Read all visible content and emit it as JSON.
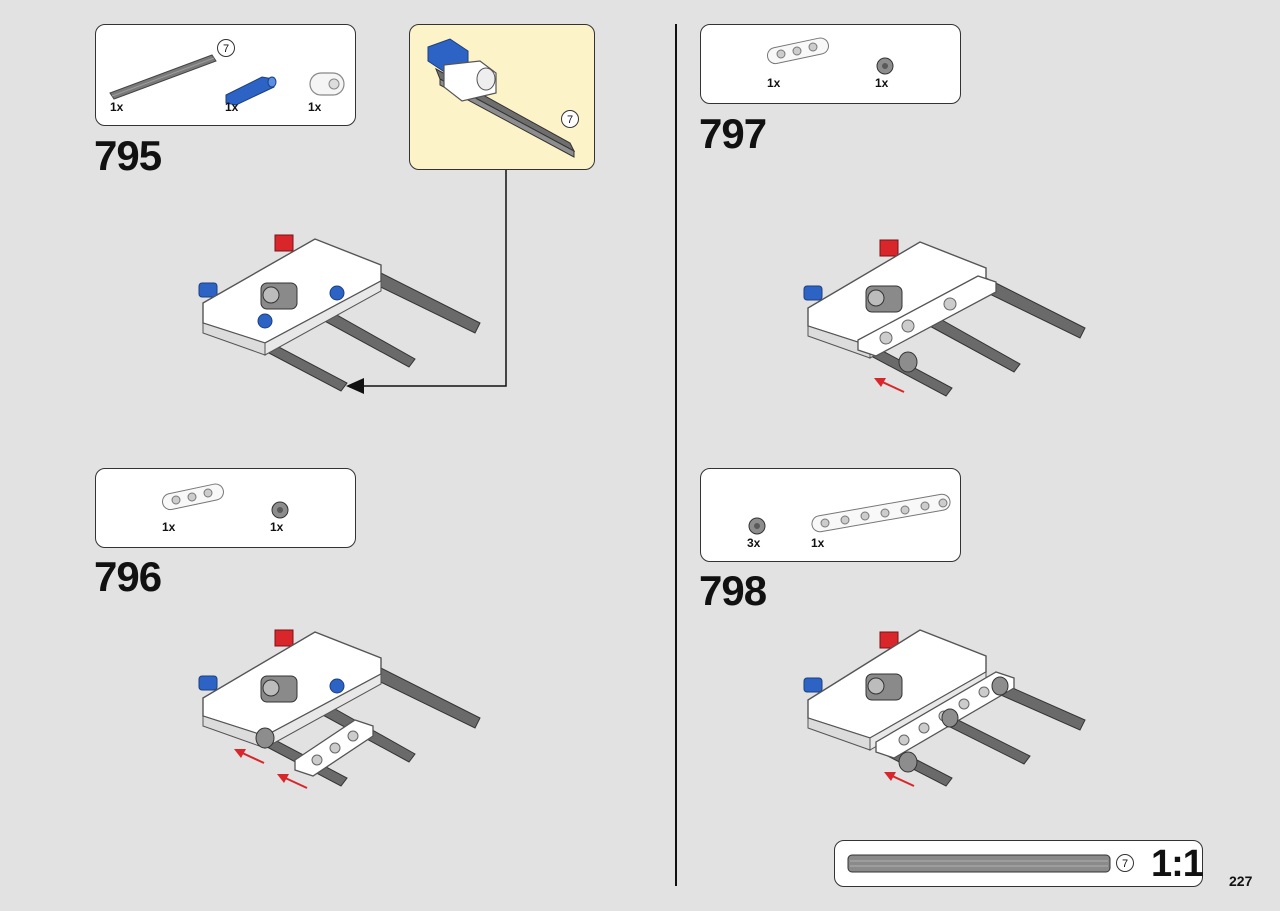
{
  "left_column": {
    "step_795": {
      "number": "795",
      "parts": [
        {
          "qty": "1x",
          "name": "axle",
          "length": "7"
        },
        {
          "qty": "1x",
          "name": "blue-pin"
        },
        {
          "qty": "1x",
          "name": "white-connector"
        }
      ],
      "callout_length": "7"
    },
    "step_796": {
      "number": "796",
      "parts": [
        {
          "qty": "1x",
          "name": "beam-3"
        },
        {
          "qty": "1x",
          "name": "bush"
        }
      ]
    }
  },
  "right_column": {
    "step_797": {
      "number": "797",
      "parts": [
        {
          "qty": "1x",
          "name": "beam-3"
        },
        {
          "qty": "1x",
          "name": "bush"
        }
      ]
    },
    "step_798": {
      "number": "798",
      "parts": [
        {
          "qty": "3x",
          "name": "bush"
        },
        {
          "qty": "1x",
          "name": "beam-7"
        }
      ]
    }
  },
  "scale_reference": {
    "length": "7",
    "ratio": "1:1"
  },
  "page_number": "227",
  "colors": {
    "background": "#e2e2e2",
    "callout": "#fcf3c9",
    "axle": "#6b6b6b",
    "pin_blue": "#2c63c4",
    "pin_red": "#d8262b",
    "arrow_red": "#d8262b"
  }
}
